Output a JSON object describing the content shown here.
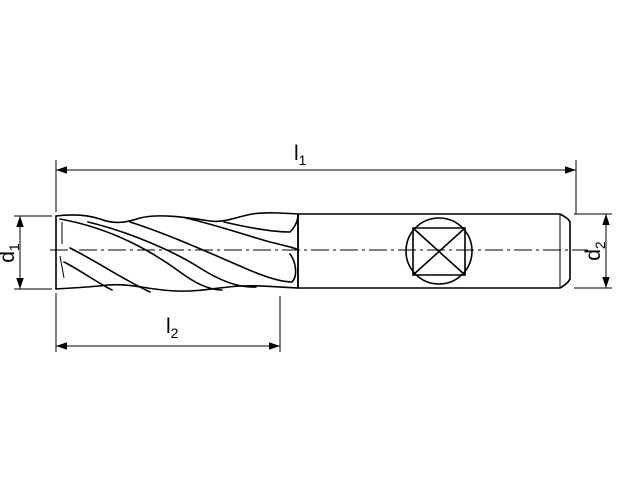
{
  "dimensions": {
    "overall_length": {
      "symbol": "l",
      "subscript": "1"
    },
    "flute_length": {
      "symbol": "l",
      "subscript": "2"
    },
    "cutting_diameter": {
      "symbol": "d",
      "subscript": "1"
    },
    "shank_diameter": {
      "symbol": "d",
      "subscript": "2"
    }
  }
}
